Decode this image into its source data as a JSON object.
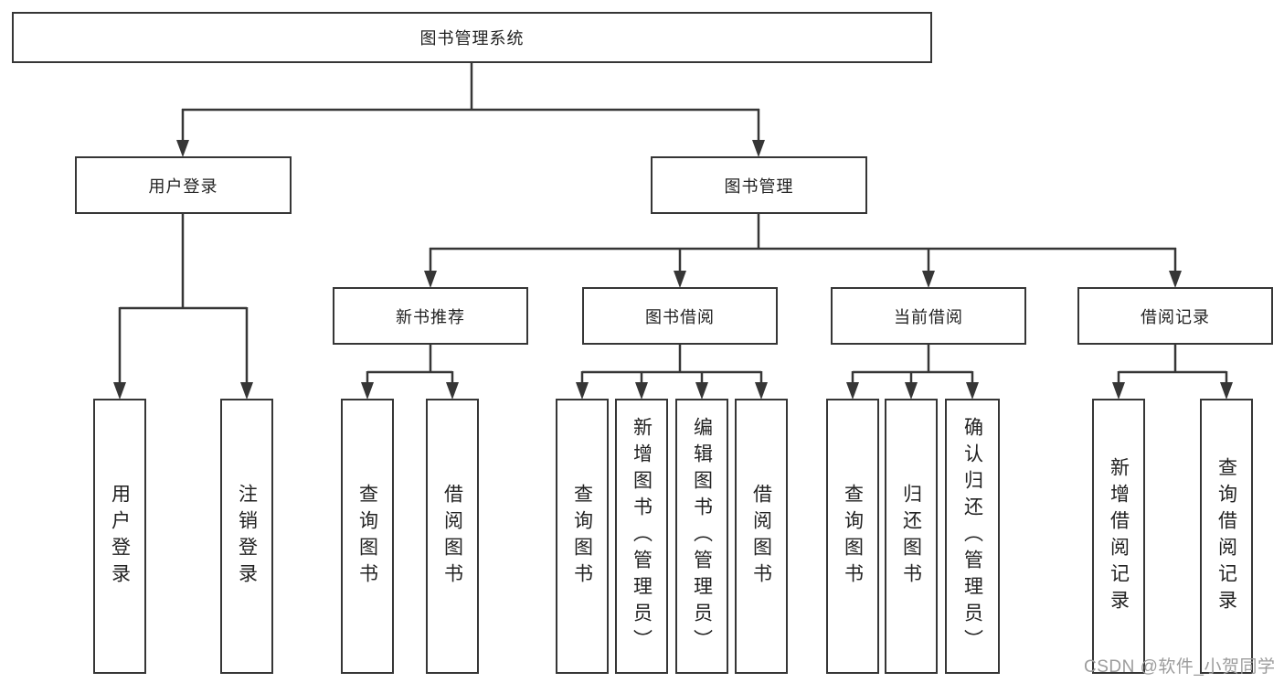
{
  "diagram": {
    "root": {
      "label": "图书管理系统"
    },
    "branches": [
      {
        "label": "用户登录",
        "children": [
          {
            "label": "用户登录"
          },
          {
            "label": "注销登录"
          }
        ]
      },
      {
        "label": "图书管理",
        "children": [
          {
            "label": "新书推荐",
            "children": [
              {
                "label": "查询图书"
              },
              {
                "label": "借阅图书"
              }
            ]
          },
          {
            "label": "图书借阅",
            "children": [
              {
                "label": "查询图书"
              },
              {
                "label": "新增图书（管理员）"
              },
              {
                "label": "编辑图书（管理员）"
              },
              {
                "label": "借阅图书"
              }
            ]
          },
          {
            "label": "当前借阅",
            "children": [
              {
                "label": "查询图书"
              },
              {
                "label": "归还图书"
              },
              {
                "label": "确认归还（管理员）"
              }
            ]
          },
          {
            "label": "借阅记录",
            "children": [
              {
                "label": "新增借阅记录"
              },
              {
                "label": "查询借阅记录"
              }
            ]
          }
        ]
      }
    ]
  },
  "watermark": {
    "text": "CSDN @软件_小贺同学"
  },
  "colors": {
    "line": "#363636",
    "box_border": "#363636",
    "text": "#222222",
    "watermark": "#9c9c9c",
    "background": "#ffffff"
  }
}
